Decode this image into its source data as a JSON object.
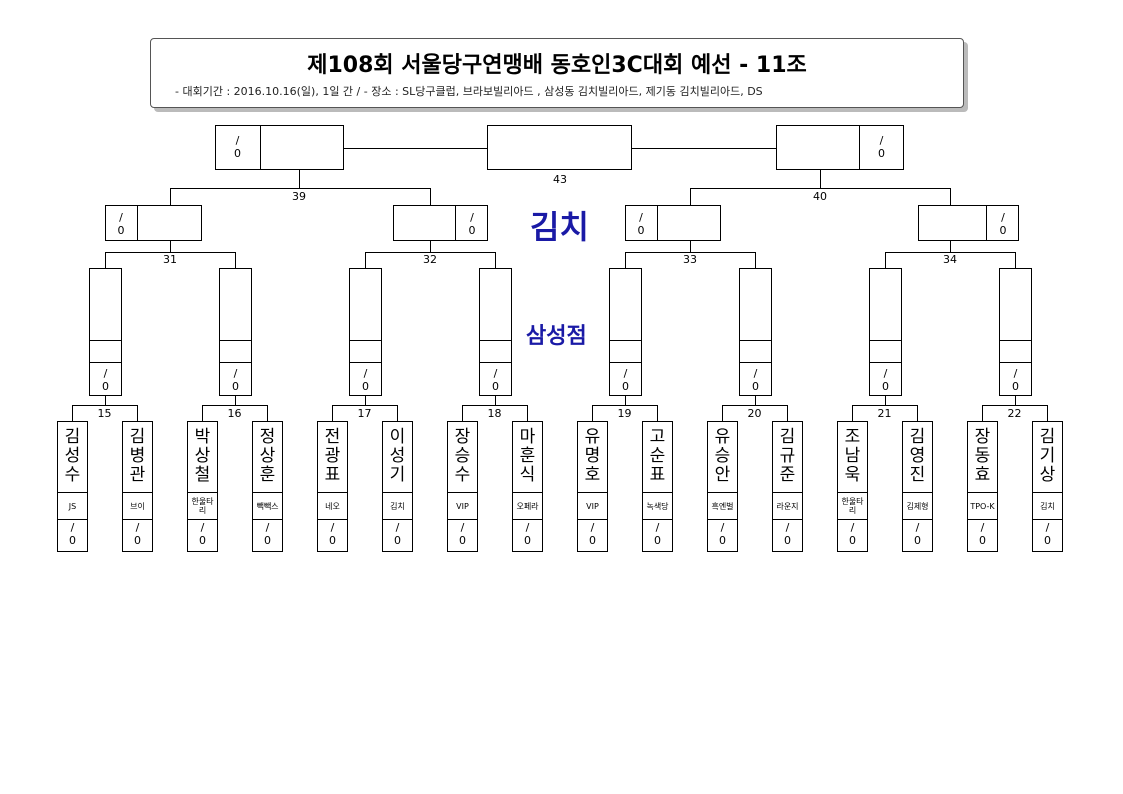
{
  "header": {
    "title": "제108회 서울당구연맹배 동호인3C대회 예선 - 11조",
    "subtitle": "- 대회기간 : 2016.10.16(일), 1일 간 / - 장소 : SL당구클럽, 브라보빌리아드 , 삼성동 김치빌리아드, 제기동 김치빌리아드, DS"
  },
  "venue": {
    "line1": "김치",
    "line2": "삼성점"
  },
  "score_placeholder": "/\n0",
  "matches": {
    "m15": "15",
    "m16": "16",
    "m17": "17",
    "m18": "18",
    "m19": "19",
    "m20": "20",
    "m21": "21",
    "m22": "22",
    "m31": "31",
    "m32": "32",
    "m33": "33",
    "m34": "34",
    "m39": "39",
    "m40": "40",
    "m43": "43"
  },
  "players": [
    {
      "name": "김성수",
      "club": "JS"
    },
    {
      "name": "김병관",
      "club": "브이"
    },
    {
      "name": "박상철",
      "club": "한울타리"
    },
    {
      "name": "정상훈",
      "club": "빽빽스"
    },
    {
      "name": "전광표",
      "club": "네오"
    },
    {
      "name": "이성기",
      "club": "김치"
    },
    {
      "name": "장승수",
      "club": "VIP"
    },
    {
      "name": "마훈식",
      "club": "오페라"
    },
    {
      "name": "유명호",
      "club": "VIP"
    },
    {
      "name": "고순표",
      "club": "녹색당"
    },
    {
      "name": "유승안",
      "club": "흑엔벌"
    },
    {
      "name": "김규준",
      "club": "라운지"
    },
    {
      "name": "조남욱",
      "club": "한울타리"
    },
    {
      "name": "김영진",
      "club": "김제형"
    },
    {
      "name": "장동효",
      "club": "TPO-K"
    },
    {
      "name": "김기상",
      "club": "김치"
    }
  ]
}
